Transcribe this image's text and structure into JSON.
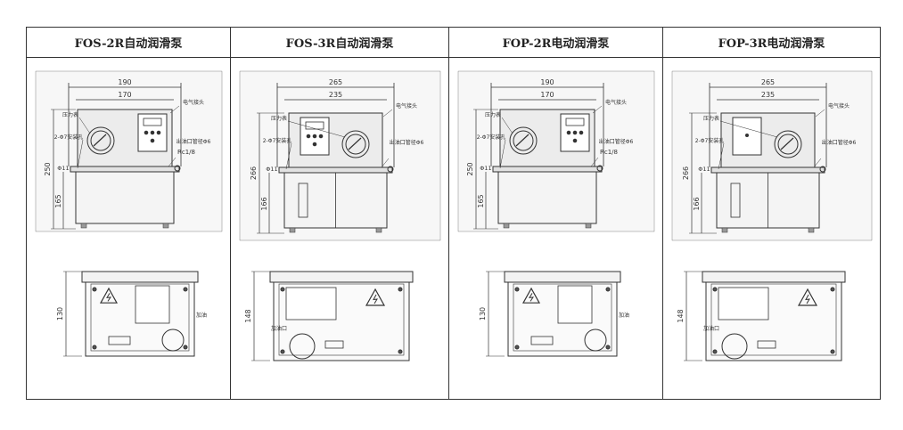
{
  "headers": [
    "FOS-2R自动润滑泵",
    "FOS-3R自动润滑泵",
    "FOP-2R电动润滑泵",
    "FOP-3R电动润滑泵"
  ],
  "drawings": [
    {
      "width_top": "190",
      "width_inner": "170",
      "height_total": "250",
      "height_tank": "165",
      "height_plan": "130",
      "diameter": "Φ11",
      "gauge": "压力表",
      "connector": "电气接头",
      "mount_hole": "2-Φ7安装孔",
      "outlet": "出油口管径Φ6",
      "thread": "Rc1/8",
      "filler": "加油"
    },
    {
      "width_top": "265",
      "width_inner": "235",
      "height_total": "266",
      "height_tank": "166",
      "height_plan": "148",
      "diameter": "Φ11",
      "gauge": "压力表",
      "connector": "电气接头",
      "mount_hole": "2-Φ7安装孔",
      "outlet": "出油口管径Φ6",
      "thread": "",
      "filler": "加油口"
    },
    {
      "width_top": "190",
      "width_inner": "170",
      "height_total": "250",
      "height_tank": "165",
      "height_plan": "130",
      "diameter": "Φ11",
      "gauge": "压力表",
      "connector": "电气接头",
      "mount_hole": "2-Φ7安装孔",
      "outlet": "出油口管径Φ6",
      "thread": "Rc1/8",
      "filler": "加油"
    },
    {
      "width_top": "265",
      "width_inner": "235",
      "height_total": "266",
      "height_tank": "166",
      "height_plan": "148",
      "diameter": "Φ11",
      "gauge": "压力表",
      "connector": "电气接头",
      "mount_hole": "2-Φ7安装孔",
      "outlet": "出油口管径Φ6",
      "thread": "",
      "filler": "加油口"
    }
  ]
}
